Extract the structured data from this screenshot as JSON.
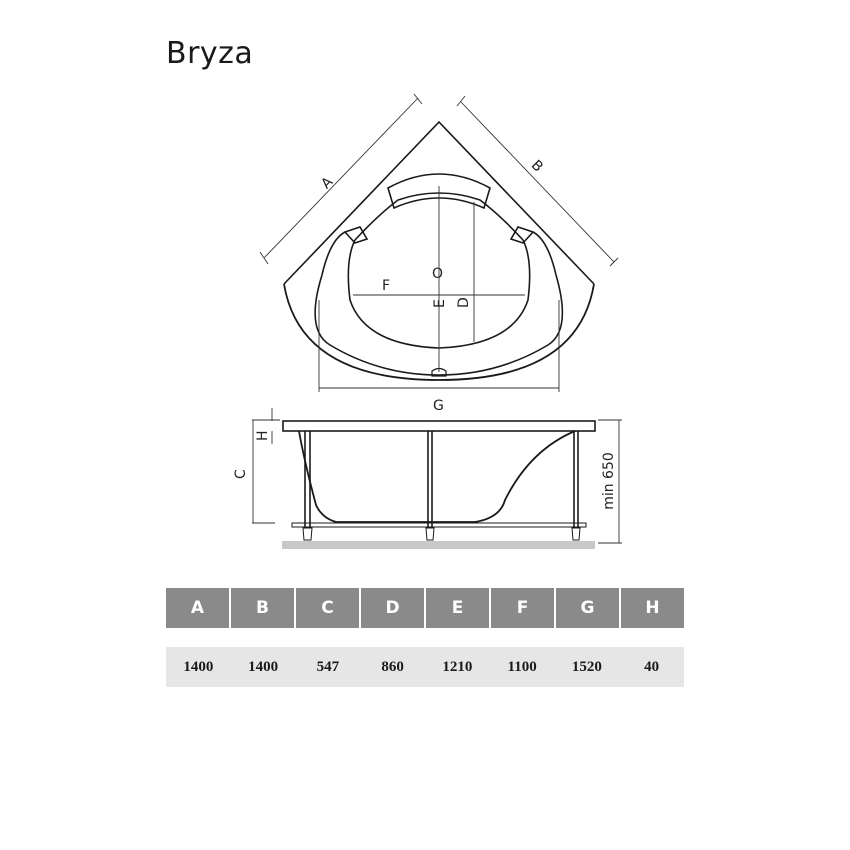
{
  "title": "Bryza",
  "drawing": {
    "top_view_labels": [
      "A",
      "B",
      "F",
      "O",
      "E",
      "D",
      "G"
    ],
    "side_view_labels": [
      "H",
      "C",
      "min 650"
    ]
  },
  "table": {
    "headers": [
      "A",
      "B",
      "C",
      "D",
      "E",
      "F",
      "G",
      "H"
    ],
    "values": [
      "1400",
      "1400",
      "547",
      "860",
      "1210",
      "1100",
      "1520",
      "40"
    ],
    "header_bg": "#8a8a8a",
    "values_bg": "#e6e6e6"
  }
}
